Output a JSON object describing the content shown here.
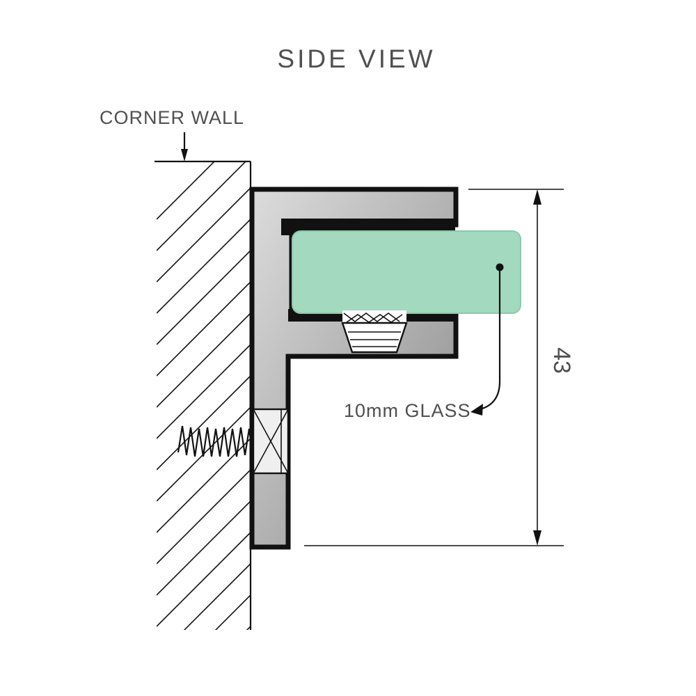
{
  "title": "SIDE VIEW",
  "labels": {
    "wall": "CORNER WALL",
    "glass": "10mm GLASS",
    "dimension_height": "43"
  },
  "colors": {
    "text": "#4f4f4f",
    "line": "#111111",
    "glass_green": "#a3d9bf",
    "glass_edge": "#8cc9ab",
    "metal_light": "#dcdcdc",
    "metal_dark": "#8a8a8a"
  }
}
